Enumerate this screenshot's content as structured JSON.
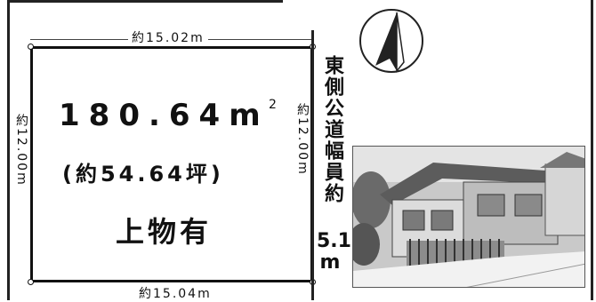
{
  "lot": {
    "area_value": "180.64",
    "area_unit": "m",
    "area_unit_sup": "2",
    "area_tsubo": "(約54.64坪)",
    "building_note": "上物有",
    "dim_top": "約15.02m",
    "dim_bottom": "約15.04m",
    "dim_left": "約12.00m",
    "dim_right": "約12.00m"
  },
  "road": {
    "label": "東側公道幅員約",
    "width_line1": "5.1",
    "width_line2": "m"
  },
  "compass": {
    "icon": "north-arrow-icon"
  },
  "photo": {
    "subject": "house-photo"
  }
}
